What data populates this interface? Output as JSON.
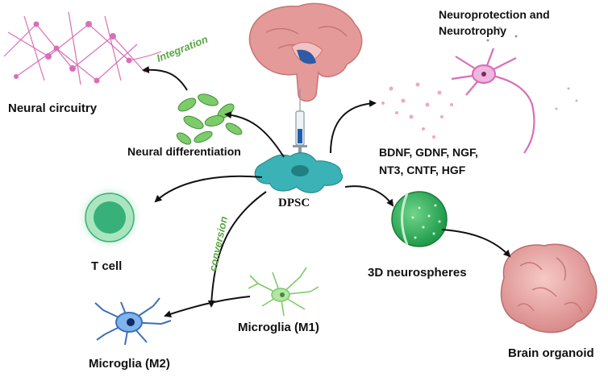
{
  "labels": {
    "neural_circuitry": "Neural circuitry",
    "integration": "Integration",
    "neural_differentiation": "Neural differentiation",
    "neuroprotection": "Neuroprotection and\nNeurotrophy",
    "factors_line1": "BDNF, GDNF, NGF,",
    "factors_line2": "NT3, CNTF, HGF",
    "dpsc": "DPSC",
    "t_cell": "T cell",
    "conversion": "conversion",
    "microglia_m1": "Microglia (M1)",
    "microglia_m2": "Microglia (M2)",
    "neurospheres": "3D neurospheres",
    "brain_organoid": "Brain organoid"
  },
  "colors": {
    "accent_green": "#5aa845",
    "dpsc_teal": "#3bb3b6",
    "neuron_pink": "#d86fb8",
    "microglia_blue": "#5aa0e0",
    "microglia_green": "#7ecb6a",
    "tcell_green": "#38b07a",
    "brain_pink": "#e59a9a",
    "organoid_pink": "#e9a3a3"
  },
  "icons": [
    "neural-network-icon",
    "differentiated-cells-icon",
    "brain-icon",
    "syringe-icon",
    "neuron-icon",
    "dpsc-cell-icon",
    "t-cell-icon",
    "microglia-m1-icon",
    "microglia-m2-icon",
    "neurosphere-icon",
    "brain-organoid-icon"
  ]
}
